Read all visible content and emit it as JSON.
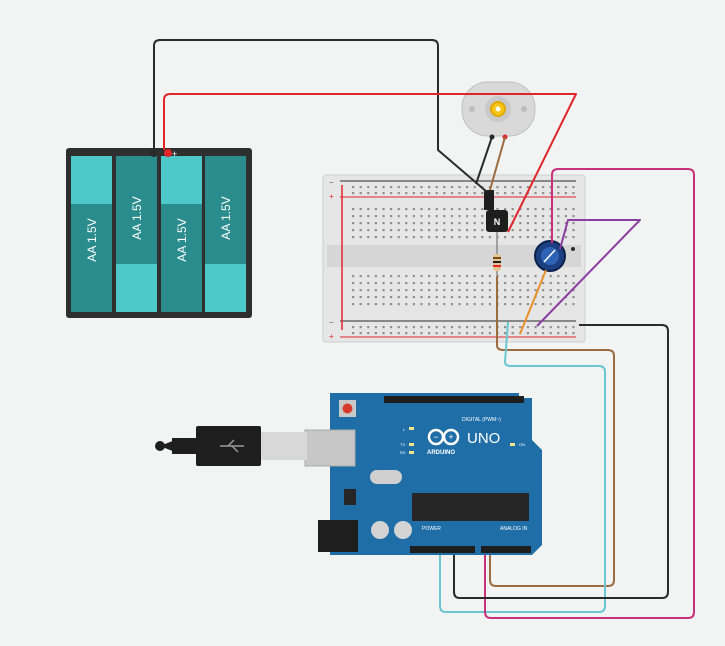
{
  "battery_pack": {
    "cells": [
      "AA 1.5V",
      "AA 1.5V",
      "AA 1.5V",
      "AA 1.5V"
    ],
    "polarity_minus": "-",
    "polarity_plus": "+"
  },
  "breadboard": {
    "rail_minus": "−",
    "rail_plus": "+"
  },
  "transistor": {
    "label": "N"
  },
  "arduino": {
    "brand": "ARDUINO",
    "model": "UNO",
    "digital_label": "DIGITAL (PWM~)",
    "power_label": "POWER",
    "analog_label": "ANALOG IN",
    "on_label": "ON",
    "tx_label": "TX",
    "rx_label": "RX",
    "l_label": "L"
  },
  "colors": {
    "wire_black": "#2b2b2b",
    "wire_red": "#e0262b",
    "wire_brown": "#9c6b3f",
    "wire_cyan": "#6ac6d0",
    "wire_magenta": "#c8327c",
    "wire_purple": "#8a3fa0",
    "wire_orange": "#e8912a",
    "arduino_blue": "#1f6ea8",
    "battery_teal": "#2a8c8c",
    "battery_cyan": "#4ec9c9"
  }
}
